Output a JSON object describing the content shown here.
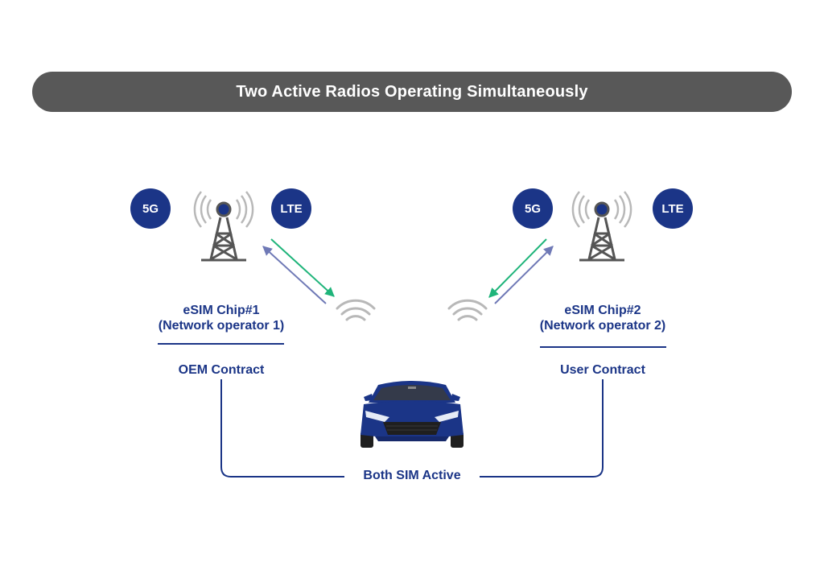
{
  "title": "Two Active Radios Operating Simultaneously",
  "left": {
    "badge_5g": "5G",
    "badge_lte": "LTE",
    "chip_line1": "eSIM Chip#1",
    "chip_line2": "(Network operator 1)",
    "contract": "OEM Contract"
  },
  "right": {
    "badge_5g": "5G",
    "badge_lte": "LTE",
    "chip_line1": "eSIM Chip#2",
    "chip_line2": "(Network operator 2)",
    "contract": "User Contract"
  },
  "footer_label": "Both SIM Active",
  "colors": {
    "navy": "#1b3587",
    "green": "#1fb47a",
    "lavender": "#6f79b6",
    "gray": "#585858",
    "tower": "#555555",
    "waves": "#b8b8b8"
  }
}
